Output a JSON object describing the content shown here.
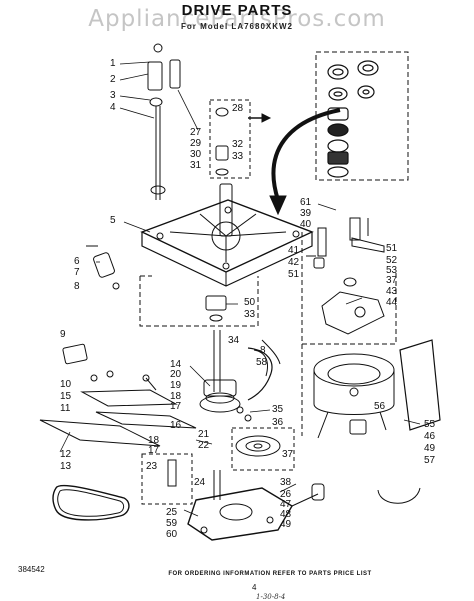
{
  "watermark": "AppliancePartsPros.com",
  "title": "DRIVE PARTS",
  "subtitle": "For Model LA7680XKW2",
  "drawing_code": "384542",
  "footer_note": "FOR ORDERING INFORMATION REFER TO PARTS PRICE LIST",
  "page_number": "4",
  "handwritten_date": "1-30-8-4",
  "callouts": [
    {
      "id": "c1",
      "label": "1"
    },
    {
      "id": "c2",
      "label": "2"
    },
    {
      "id": "c3",
      "label": "3"
    },
    {
      "id": "c4",
      "label": "4"
    },
    {
      "id": "c27",
      "label": "27"
    },
    {
      "id": "c28",
      "label": "28"
    },
    {
      "id": "c29",
      "label": "29"
    },
    {
      "id": "c30",
      "label": "30"
    },
    {
      "id": "c31",
      "label": "31"
    },
    {
      "id": "c32",
      "label": "32"
    },
    {
      "id": "c33a",
      "label": "33"
    },
    {
      "id": "c5",
      "label": "5"
    },
    {
      "id": "c6",
      "label": "6"
    },
    {
      "id": "c7",
      "label": "7"
    },
    {
      "id": "c8a",
      "label": "8"
    },
    {
      "id": "c61",
      "label": "61"
    },
    {
      "id": "c39",
      "label": "39"
    },
    {
      "id": "c40",
      "label": "40"
    },
    {
      "id": "c41",
      "label": "41"
    },
    {
      "id": "c42",
      "label": "42"
    },
    {
      "id": "c51a",
      "label": "51"
    },
    {
      "id": "c51b",
      "label": "51"
    },
    {
      "id": "c52",
      "label": "52"
    },
    {
      "id": "c53",
      "label": "53"
    },
    {
      "id": "c37a",
      "label": "37"
    },
    {
      "id": "c43",
      "label": "43"
    },
    {
      "id": "c44",
      "label": "44"
    },
    {
      "id": "c50",
      "label": "50"
    },
    {
      "id": "c33b",
      "label": "33"
    },
    {
      "id": "c34",
      "label": "34"
    },
    {
      "id": "c8b",
      "label": "8"
    },
    {
      "id": "c58",
      "label": "58"
    },
    {
      "id": "c9",
      "label": "9"
    },
    {
      "id": "c10",
      "label": "10"
    },
    {
      "id": "c15",
      "label": "15"
    },
    {
      "id": "c11",
      "label": "11"
    },
    {
      "id": "c14",
      "label": "14"
    },
    {
      "id": "c20",
      "label": "20"
    },
    {
      "id": "c19",
      "label": "19"
    },
    {
      "id": "c18a",
      "label": "18"
    },
    {
      "id": "c17a",
      "label": "17"
    },
    {
      "id": "c16",
      "label": "16"
    },
    {
      "id": "c18b",
      "label": "18"
    },
    {
      "id": "c17b",
      "label": "17"
    },
    {
      "id": "c12",
      "label": "12"
    },
    {
      "id": "c13",
      "label": "13"
    },
    {
      "id": "c35",
      "label": "35"
    },
    {
      "id": "c36",
      "label": "36"
    },
    {
      "id": "c21",
      "label": "21"
    },
    {
      "id": "c22",
      "label": "22"
    },
    {
      "id": "c37b",
      "label": "37"
    },
    {
      "id": "c23",
      "label": "23"
    },
    {
      "id": "c24",
      "label": "24"
    },
    {
      "id": "c56",
      "label": "56"
    },
    {
      "id": "c55",
      "label": "55"
    },
    {
      "id": "c46",
      "label": "46"
    },
    {
      "id": "c49",
      "label": "49"
    },
    {
      "id": "c57",
      "label": "57"
    },
    {
      "id": "c38",
      "label": "38"
    },
    {
      "id": "c26",
      "label": "26"
    },
    {
      "id": "c47",
      "label": "47"
    },
    {
      "id": "c48",
      "label": "48"
    },
    {
      "id": "c49b",
      "label": "49"
    },
    {
      "id": "c25",
      "label": "25"
    },
    {
      "id": "c59",
      "label": "59"
    },
    {
      "id": "c60",
      "label": "60"
    }
  ]
}
